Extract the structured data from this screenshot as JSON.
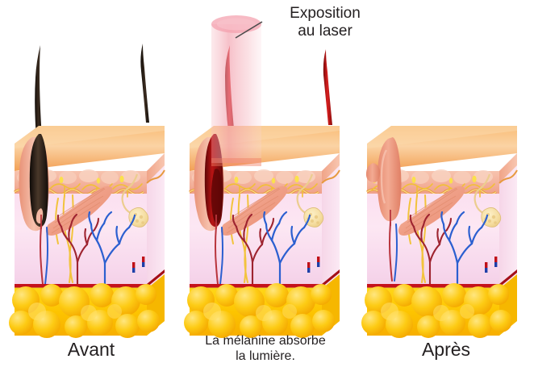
{
  "figure": {
    "title_annotation": {
      "label": "Exposition\nau laser",
      "icon": "leader-line-icon"
    },
    "panels": [
      {
        "id": "before",
        "caption": "Avant",
        "state": "hair present, follicle intact",
        "hair_color": "#2b2018",
        "follicle_color": "#2e2119",
        "hairs": 2,
        "laser_beam": false
      },
      {
        "id": "during",
        "caption": "La mélanine absorbe\nla lumière.",
        "state": "melanin absorbs laser light, follicle heated",
        "hair_color": "#a81010",
        "follicle_color": "#7d0d0d",
        "hairs": 2,
        "laser_beam": true
      },
      {
        "id": "after",
        "caption": "Après",
        "state": "hair destroyed, follicle empty",
        "hair_color": "none",
        "follicle_color": "#e8836a",
        "hairs": 0,
        "laser_beam": false
      }
    ],
    "layers": [
      {
        "name": "epidermis-top-surface",
        "color": "#f5a85c"
      },
      {
        "name": "epidermis-band",
        "color": "#f4b9a6"
      },
      {
        "name": "dermis",
        "color": "#fbe2ef"
      },
      {
        "name": "subcutaneous-fat",
        "color": "#fdc800"
      },
      {
        "name": "artery",
        "color": "#c01018"
      },
      {
        "name": "vein",
        "color": "#2b5fd0"
      },
      {
        "name": "nerve",
        "color": "#f2c33c"
      },
      {
        "name": "arrector-pili-muscle",
        "color": "#f0a288"
      },
      {
        "name": "sweat-gland",
        "color": "#f6dca0"
      },
      {
        "name": "laser-beam",
        "color": "#f4a9b4"
      }
    ],
    "colors": {
      "background": "#ffffff",
      "text": "#231f20",
      "leader_line": "#4a4a4a"
    }
  }
}
